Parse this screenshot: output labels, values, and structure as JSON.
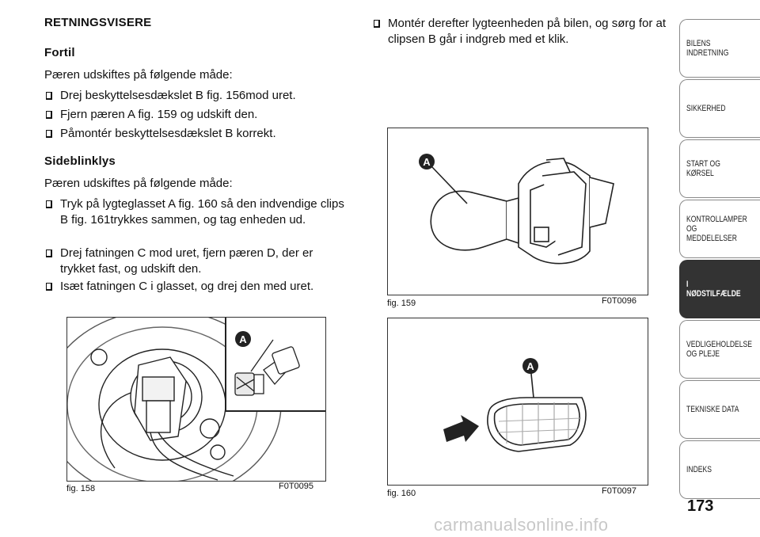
{
  "left": {
    "section_title": "RETNINGSVISERE",
    "sub1": "Fortil",
    "intro1": "Pæren udskiftes på følgende måde:",
    "steps1": [
      "Drej beskyttelsesdækslet B fig. 156mod uret.",
      "Fjern pæren A fig. 159 og udskift den.",
      "Påmontér beskyttelsesdækslet B korrekt."
    ],
    "sub2": "Sideblinklys",
    "intro2": "Pæren udskiftes på følgende måde:",
    "steps2": [
      "Tryk på lygteglasset A fig. 160 så den indvendige clips B fig. 161trykkes sammen, og tag enheden ud.",
      "Drej fatningen C mod uret, fjern pæren D, der er trykket fast, og udskift den.",
      "Isæt fatningen C i glasset, og drej den med uret."
    ]
  },
  "right": {
    "steps": [
      "Montér derefter lygteenheden på bilen, og sørg for at clipsen B går i indgreb med et klik."
    ]
  },
  "figures": {
    "f158": {
      "label": "fig. 158",
      "code": "F0T0095",
      "callout": "A"
    },
    "f159": {
      "label": "fig. 159",
      "code": "F0T0096",
      "callout": "A"
    },
    "f160": {
      "label": "fig. 160",
      "code": "F0T0097",
      "callout": "A"
    }
  },
  "sidebar": {
    "tabs": [
      "BILENS INDRETNING",
      "SIKKERHED",
      "START OG KØRSEL",
      "KONTROLLAMPER\nOG MEDDELELSER",
      "I NØDSTILFÆLDE",
      "VEDLIGEHOLDELSE\nOG PLEJE",
      "TEKNISKE DATA",
      "INDEKS"
    ],
    "active_index": 4
  },
  "page_number": "173",
  "watermark": "carmanualsonline.info"
}
